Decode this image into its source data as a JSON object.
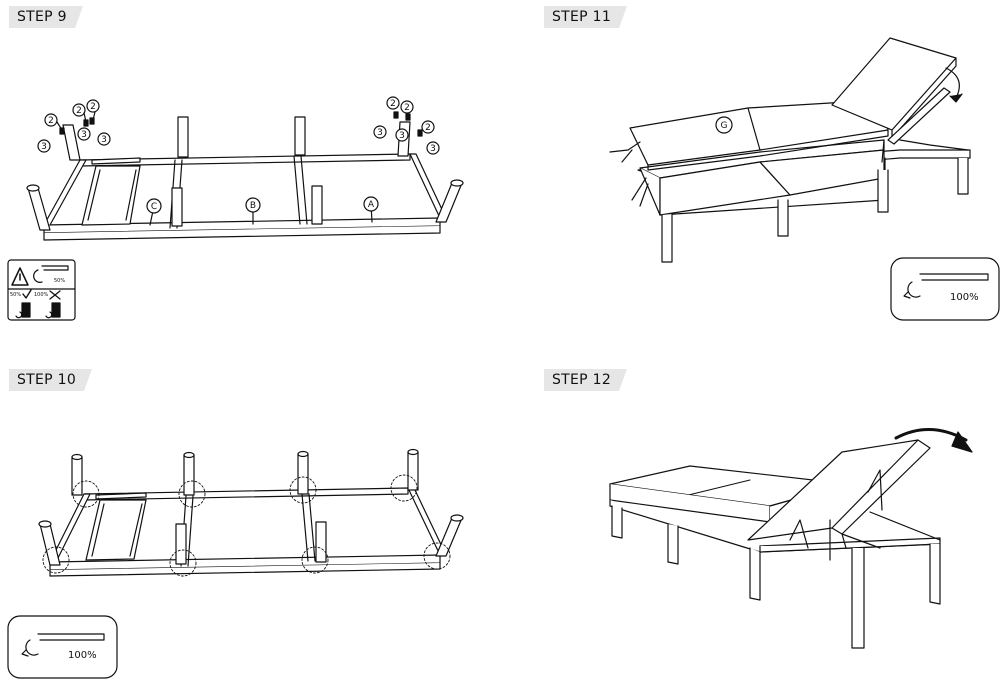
{
  "steps": [
    {
      "label": "STEP 9"
    },
    {
      "label": "STEP 11"
    },
    {
      "label": "STEP 10"
    },
    {
      "label": "STEP 12"
    }
  ],
  "step9": {
    "part_a": "A",
    "part_b": "B",
    "part_c": "C",
    "screw_2": "2",
    "screw_3": "3",
    "warning_torque": "50%",
    "ok_torque": "50%",
    "bad_torque": "100%"
  },
  "step10": {
    "torque": "100%"
  },
  "step11": {
    "part_g": "G",
    "torque": "100%"
  },
  "icons": [
    "allen-key-icon",
    "warning-icon",
    "rotation-arrow-icon",
    "check-icon",
    "cross-icon"
  ]
}
